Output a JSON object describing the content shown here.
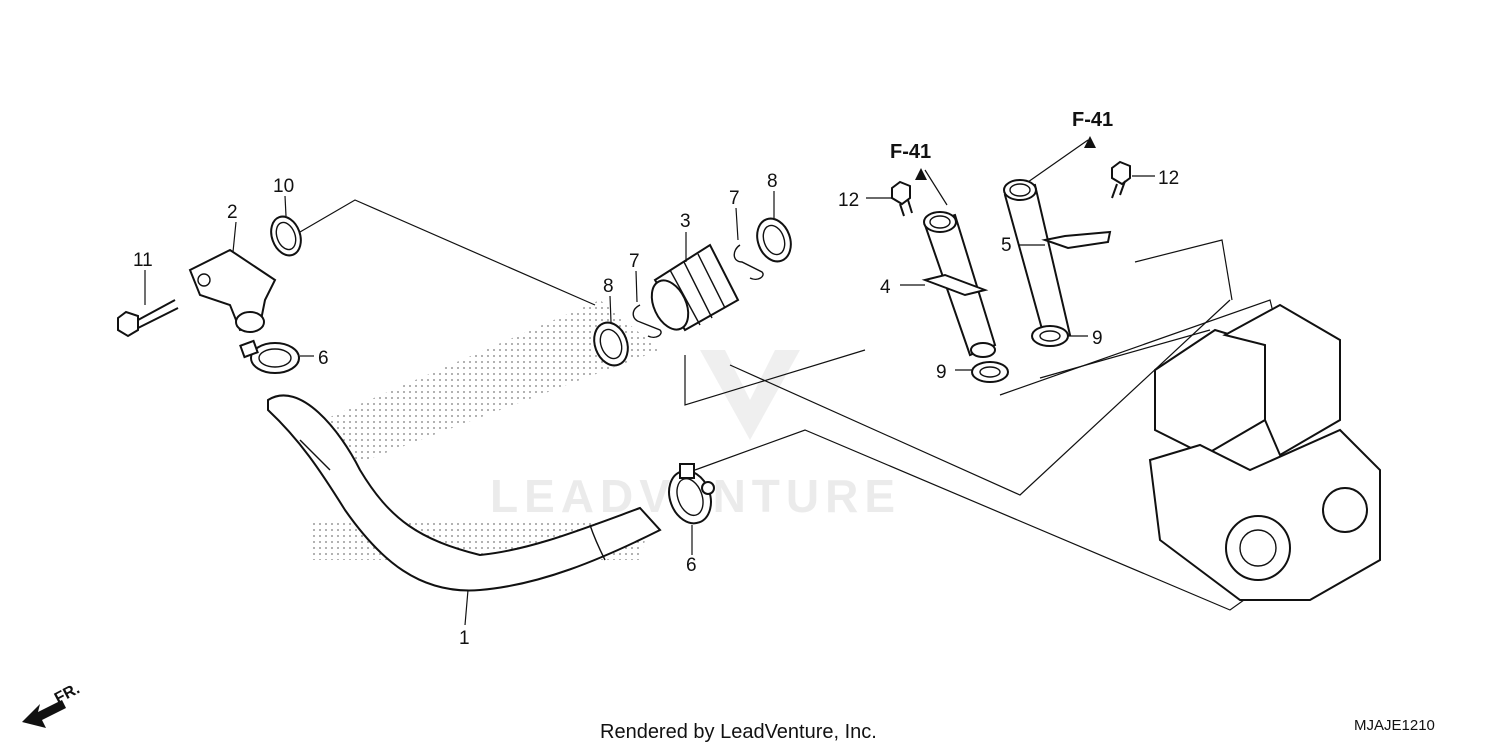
{
  "callouts": {
    "p1": "1",
    "p2": "2",
    "p3": "3",
    "p4": "4",
    "p5": "5",
    "p6a": "6",
    "p6b": "6",
    "p7a": "7",
    "p7b": "7",
    "p8a": "8",
    "p8b": "8",
    "p9a": "9",
    "p9b": "9",
    "p10": "10",
    "p11": "11",
    "p12a": "12",
    "p12b": "12"
  },
  "references": {
    "left": "F-41",
    "right": "F-41"
  },
  "direction_label": "FR.",
  "watermark_text": "LEADVENTURE",
  "footer": {
    "credit": "Rendered by LeadVenture, Inc.",
    "diagram_code": "MJAJE1210"
  },
  "colors": {
    "line": "#111111",
    "watermark": "#dcdcdc",
    "dots": "#9a9a9a"
  }
}
